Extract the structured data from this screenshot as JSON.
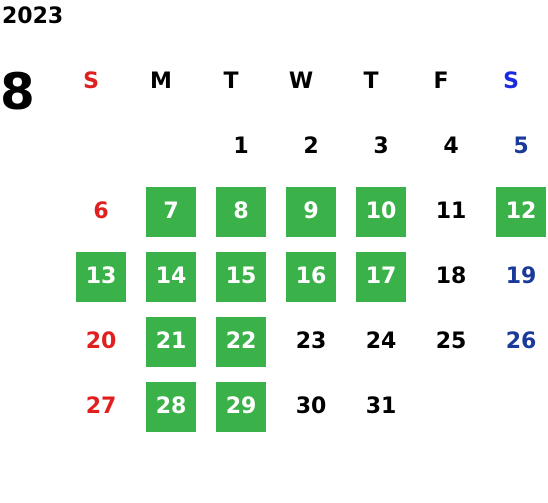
{
  "calendar": {
    "year": "2023",
    "month": "8",
    "weekdays": [
      "S",
      "M",
      "T",
      "W",
      "T",
      "F",
      "S"
    ],
    "colors": {
      "sunday": "#e02020",
      "saturday_header": "#1a2ae0",
      "saturday_day": "#1a3a9a",
      "weekday": "#000000",
      "highlight_bg": "#3bb14a",
      "highlight_text": "#ffffff"
    },
    "weeks": [
      [
        null,
        null,
        {
          "day": "1",
          "hl": false
        },
        {
          "day": "2",
          "hl": false
        },
        {
          "day": "3",
          "hl": false
        },
        {
          "day": "4",
          "hl": false
        },
        {
          "day": "5",
          "hl": false
        }
      ],
      [
        {
          "day": "6",
          "hl": false
        },
        {
          "day": "7",
          "hl": true
        },
        {
          "day": "8",
          "hl": true
        },
        {
          "day": "9",
          "hl": true
        },
        {
          "day": "10",
          "hl": true
        },
        {
          "day": "11",
          "hl": false
        },
        {
          "day": "12",
          "hl": true
        }
      ],
      [
        {
          "day": "13",
          "hl": true
        },
        {
          "day": "14",
          "hl": true
        },
        {
          "day": "15",
          "hl": true
        },
        {
          "day": "16",
          "hl": true
        },
        {
          "day": "17",
          "hl": true
        },
        {
          "day": "18",
          "hl": false
        },
        {
          "day": "19",
          "hl": false
        }
      ],
      [
        {
          "day": "20",
          "hl": false
        },
        {
          "day": "21",
          "hl": true
        },
        {
          "day": "22",
          "hl": true
        },
        {
          "day": "23",
          "hl": false
        },
        {
          "day": "24",
          "hl": false
        },
        {
          "day": "25",
          "hl": false
        },
        {
          "day": "26",
          "hl": false
        }
      ],
      [
        {
          "day": "27",
          "hl": false
        },
        {
          "day": "28",
          "hl": true
        },
        {
          "day": "29",
          "hl": true
        },
        {
          "day": "30",
          "hl": false
        },
        {
          "day": "31",
          "hl": false
        },
        null,
        null
      ]
    ]
  }
}
